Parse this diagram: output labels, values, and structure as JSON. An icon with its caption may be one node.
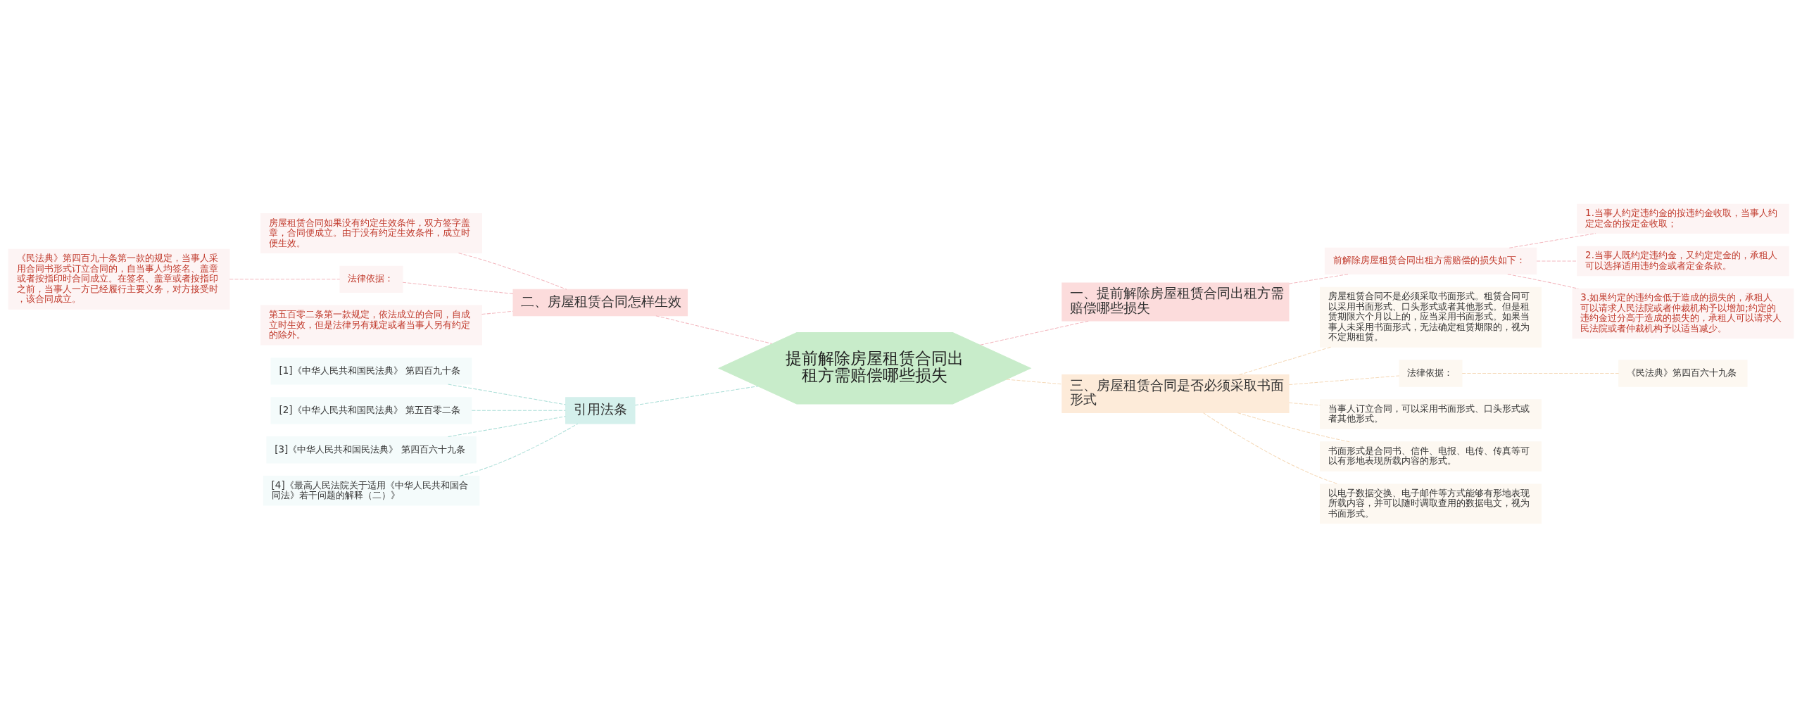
{
  "diagram": {
    "nodes": [
      {
        "text": [
          "提前解除房屋租赁合同出租方需赔偿哪些损失"
        ]
      },
      {
        "text": [
          "一、提前解除房屋租赁合同出租方需赔偿哪些损失"
        ]
      },
      {
        "text": [
          "前解除房屋租赁合同出租方需赔偿的损失如下："
        ]
      },
      {
        "text": [
          "1.当事人约定违约金的按违约金收取，当事人约定定金的按定金收取；"
        ]
      },
      {
        "text": [
          "2.当事人既约定违约金，又约定定金的，承租人可以选择适用违约金或者定金条款。"
        ]
      },
      {
        "text": [
          "3.如果约定的违约金低于造成的损失的，承租人可以请求人民法院或者仲裁机构予以增加;约定的违约金过分高于造成的损失的，承租人可以请求人民法院或者仲裁机构予以适当减少。"
        ]
      },
      {
        "text": [
          "三、房屋租赁合同是否必须采取书面形式"
        ]
      },
      {
        "text": [
          "房屋租赁合同不是必须采取书面形式。租赁合同可以采用书面形式、口头形式或者其他形式。但是租赁期限六个月以上的，应当采用书面形式。如果当事人未采用书面形式，无法确定租赁期限的，视为不定期租赁。"
        ]
      },
      {
        "text": [
          "法律依据："
        ]
      },
      {
        "text": [
          "《民法典》第四百六十九条"
        ]
      },
      {
        "text": [
          "当事人订立合同，可以采用书面形式、口头形式或者其他形式。"
        ]
      },
      {
        "text": [
          "书面形式是合同书、信件、电报、电传、传真等可以有形地表现所载内容的形式。"
        ]
      },
      {
        "text": [
          "以电子数据交换、电子邮件等方式能够有形地表现所载内容，并可以随时调取查用的数据电文，视为书面形式。"
        ]
      },
      {
        "text": [
          "二、房屋租赁合同怎样生效"
        ]
      },
      {
        "text": [
          "房屋租赁合同如果没有约定生效条件，双方签字盖章，合同便成立。由于没有约定生效条件，成立时便生效。"
        ]
      },
      {
        "text": [
          "法律依据："
        ]
      },
      {
        "text": [
          "《民法典》第四百九十条第一款的规定，当事人采用合同书形式订立合同的，自当事人均签名、盖章或者按指印时合同成立。在签名、盖章或者按指印之前，当事人一方已经履行主要义务，对方接受时，该合同成立。"
        ]
      },
      {
        "text": [
          "第五百零二条第一款规定，依法成立的合同，自成立时生效，但是法律另有规定或者当事人另有约定的除外。"
        ]
      },
      {
        "text": [
          "引用法条"
        ]
      },
      {
        "text": [
          "[1]《中华人民共和国民法典》 第四百九十条"
        ]
      },
      {
        "text": [
          "[2]《中华人民共和国民法典》 第五百零二条"
        ]
      },
      {
        "text": [
          "[3]《中华人民共和国民法典》 第四百六十九条"
        ]
      },
      {
        "text": [
          "[4]《最高人民法院关于适用《中华人民共和国合同法》若干问题的解释（二）》"
        ]
      }
    ],
    "edges": [
      {
        "from": 0,
        "to": 1,
        "arrow": "none",
        "style": "dashed"
      },
      {
        "from": 1,
        "to": 2,
        "arrow": "none",
        "style": "dashed"
      },
      {
        "from": 2,
        "to": 3,
        "arrow": "none",
        "style": "dashed"
      },
      {
        "from": 2,
        "to": 4,
        "arrow": "none",
        "style": "dashed"
      },
      {
        "from": 2,
        "to": 5,
        "arrow": "none",
        "style": "dashed"
      },
      {
        "from": 0,
        "to": 6,
        "arrow": "none",
        "style": "dashed",
        "color": "#f5d9b8"
      },
      {
        "from": 6,
        "to": 7,
        "arrow": "none",
        "style": "dashed",
        "color": "#f5d9b8"
      },
      {
        "from": 6,
        "to": 8,
        "arrow": "none",
        "style": "dashed",
        "color": "#f5d9b8"
      },
      {
        "from": 8,
        "to": 9,
        "arrow": "none",
        "style": "dashed",
        "color": "#f5d9b8"
      },
      {
        "from": 6,
        "to": 10,
        "arrow": "none",
        "style": "dashed",
        "color": "#f5d9b8"
      },
      {
        "from": 6,
        "to": 11,
        "arrow": "none",
        "style": "dashed",
        "color": "#f5d9b8"
      },
      {
        "from": 6,
        "to": 12,
        "arrow": "none",
        "style": "dashed",
        "color": "#f5d9b8"
      },
      {
        "from": 13,
        "to": 0,
        "arrow": "none",
        "style": "dashed"
      },
      {
        "from": 14,
        "to": 13,
        "arrow": "none",
        "style": "dashed"
      },
      {
        "from": 15,
        "to": 13,
        "arrow": "none",
        "style": "dashed"
      },
      {
        "from": 16,
        "to": 15,
        "arrow": "none",
        "style": "dashed"
      },
      {
        "from": 17,
        "to": 13,
        "arrow": "none",
        "style": "dashed"
      },
      {
        "from": 18,
        "to": 0,
        "arrow": "none",
        "style": "dashed",
        "color": "#a8ddd6"
      },
      {
        "from": 19,
        "to": 18,
        "arrow": "none",
        "style": "dashed",
        "color": "#a8ddd6"
      },
      {
        "from": 20,
        "to": 18,
        "arrow": "none",
        "style": "dashed",
        "color": "#a8ddd6"
      },
      {
        "from": 21,
        "to": 18,
        "arrow": "none",
        "style": "dashed",
        "color": "#a8ddd6"
      },
      {
        "from": 22,
        "to": 18,
        "arrow": "none",
        "style": "dashed",
        "color": "#a8ddd6"
      }
    ]
  }
}
